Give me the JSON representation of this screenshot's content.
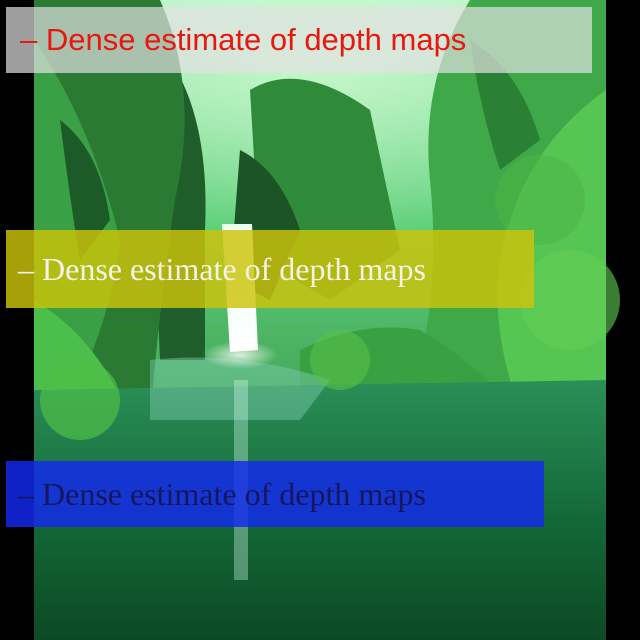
{
  "colors": {
    "red_text": "#e8170f",
    "yellow_text": "#f6f2ea",
    "blue_text": "#16165e"
  },
  "captions": [
    {
      "text": "– Dense estimate of depth maps"
    },
    {
      "text": "– Dense estimate of depth maps"
    },
    {
      "text": "– Dense estimate of depth maps"
    }
  ]
}
